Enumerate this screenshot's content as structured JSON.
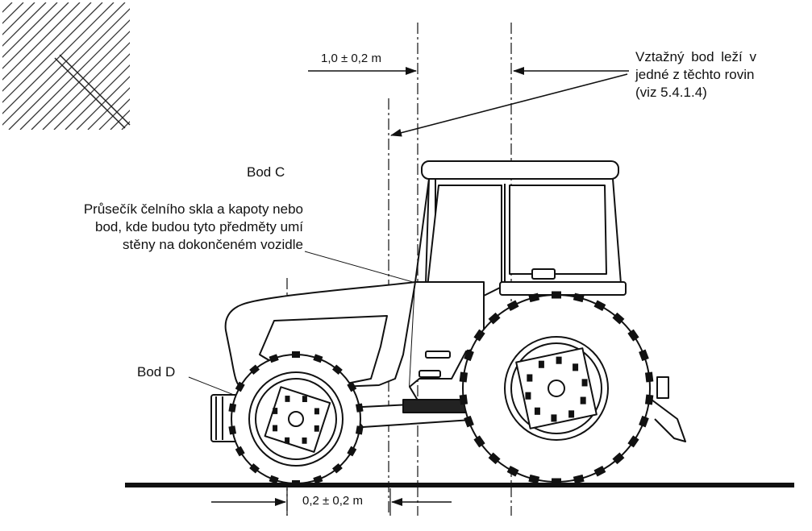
{
  "labels": {
    "dim_top": "1,0 ± 0,2 m",
    "dim_bottom": "0,2 ± 0,2 m",
    "reference_note": {
      "line1": "Vztažný bod leží v",
      "line2": "jedné z těchto rovin",
      "line3": "(viz 5.4.1.4)"
    },
    "point_c": "Bod C",
    "intersection_note": {
      "line1": "Průsečík čelního skla a kapoty nebo",
      "line2": "bod, kde budou tyto předměty umí",
      "line3": "stěny na dokončeném vozidle"
    },
    "point_d": "Bod D"
  },
  "colors": {
    "ink": "#111111",
    "background": "#ffffff"
  }
}
